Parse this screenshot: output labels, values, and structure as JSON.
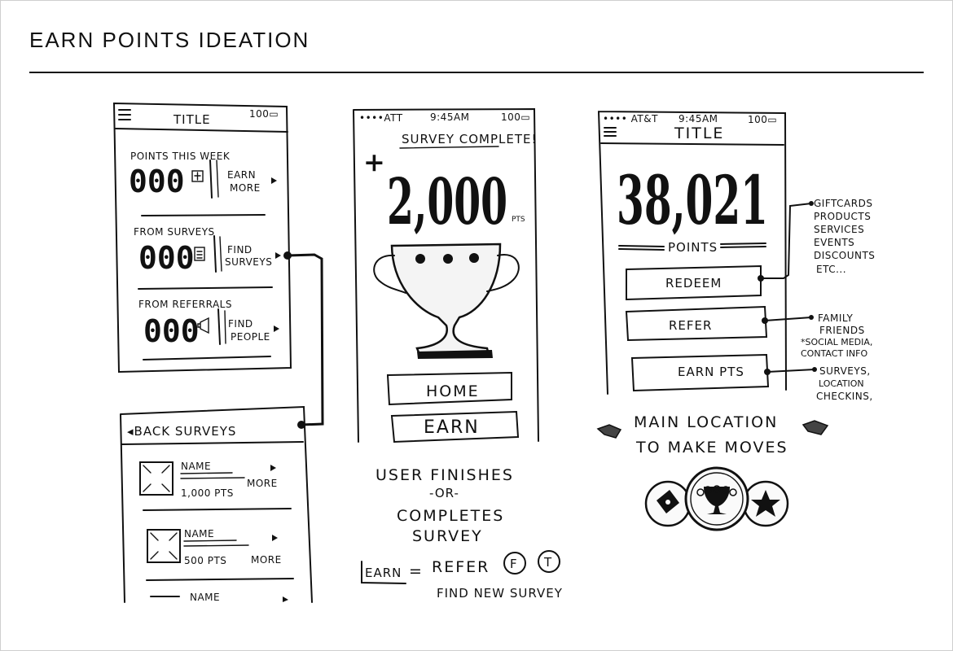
{
  "header": {
    "title": "EARN POINTS IDEATION"
  },
  "phone1": {
    "title": "TITLE",
    "status": "100▭",
    "week_label": "POINTS THIS WEEK",
    "week_value": "000",
    "earn_more": [
      "EARN",
      "MORE"
    ],
    "surveys_label": "FROM SURVEYS",
    "surveys_value": "000",
    "find_surveys": [
      "FIND",
      "SURVEYS"
    ],
    "referrals_label": "FROM REFERRALS",
    "referrals_value": "000",
    "find_people": [
      "FIND",
      "PEOPLE"
    ]
  },
  "phone_surveys": {
    "header": "◂BACK  SURVEYS",
    "items": [
      {
        "name": "NAME",
        "points": "1,000 PTS",
        "more": "MORE"
      },
      {
        "name": "NAME",
        "points": "500 PTS",
        "more": "MORE"
      },
      {
        "name": "NAME"
      }
    ]
  },
  "phone2": {
    "carrier": "••••ATT",
    "time": "9:45AM",
    "battery": "100▭",
    "heading": "SURVEY COMPLETE!",
    "plus": "+",
    "points": "2,000",
    "pts": "PTS",
    "home_button": "HOME",
    "earn_button": "EARN"
  },
  "note2": {
    "lines": [
      "USER FINISHES",
      "-OR-",
      "COMPLETES",
      "SURVEY"
    ],
    "earn_label": "EARN",
    "equals": "=",
    "refer": "REFER",
    "f": "F",
    "t": "T",
    "find_new": "FIND NEW SURVEY"
  },
  "phone3": {
    "carrier": "•••• AT&T",
    "time": "9:45AM",
    "battery": "100▭",
    "title": "TITLE",
    "points_value": "38,021",
    "points_label": "POINTS",
    "redeem_button": "REDEEM",
    "refer_button": "REFER",
    "earn_pts_button": "EARN PTS"
  },
  "annotations": {
    "redeem": [
      "GIFTCARDS",
      "PRODUCTS",
      "SERVICES",
      "EVENTS",
      "DISCOUNTS",
      "ETC..."
    ],
    "refer": [
      "FAMILY",
      "FRIENDS",
      "*SOCIAL MEDIA,",
      "CONTACT INFO"
    ],
    "earn": [
      "SURVEYS,",
      "LOCATION",
      "CHECKINS,"
    ]
  },
  "note3": {
    "lines": [
      "MAIN LOCATION",
      "TO MAKE MOVES"
    ]
  }
}
